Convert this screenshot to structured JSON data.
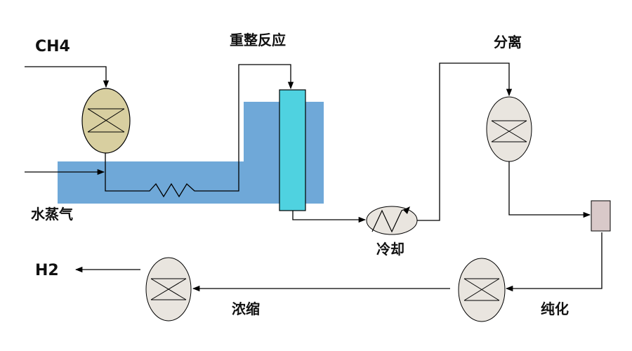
{
  "labels": {
    "ch4": "CH4",
    "reforming": "重整反应",
    "separation": "分离",
    "steam": "水蒸气",
    "cooling": "冷却",
    "h2": "H2",
    "concentration": "浓缩",
    "purification": "纯化"
  },
  "colors": {
    "furnace": "#6fa8d8",
    "reactor_tube": "#4fd2e0",
    "preheater": "#d8cfa0",
    "vessel": "#e9e5df",
    "small_box": "#d9c9c9",
    "line": "#000000"
  }
}
